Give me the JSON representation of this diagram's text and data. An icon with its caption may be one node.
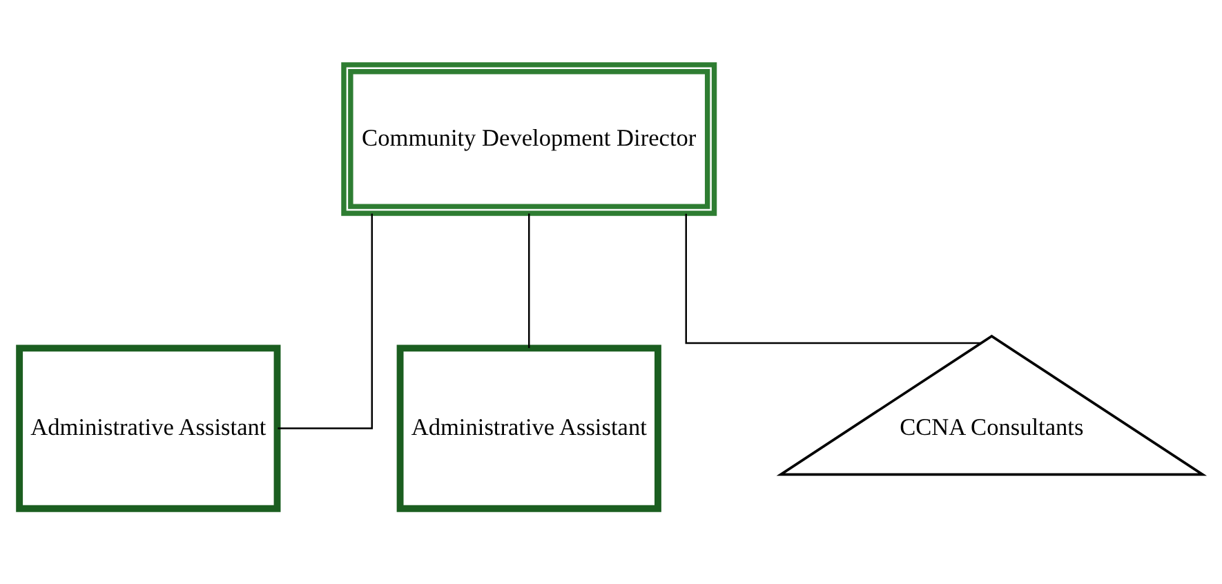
{
  "diagram": {
    "nodes": [
      {
        "text": [
          "Community Development Director"
        ]
      },
      {
        "text": [
          "Administrative Assistant"
        ]
      },
      {
        "text": [
          "Administrative Assistant"
        ]
      },
      {
        "text": [
          "CCNA Consultants"
        ]
      }
    ],
    "edges": [
      {
        "from": 0,
        "to": 1,
        "arrow": "none"
      },
      {
        "from": 0,
        "to": 2,
        "arrow": "none"
      },
      {
        "from": 0,
        "to": 3,
        "arrow": "none"
      }
    ]
  }
}
